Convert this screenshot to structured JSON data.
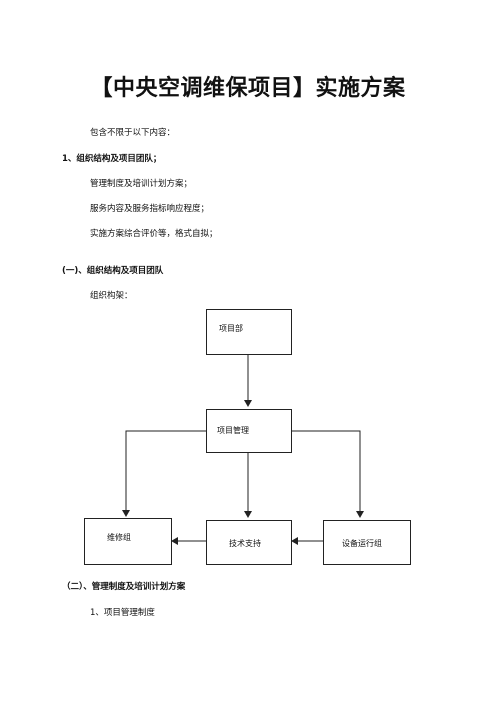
{
  "doc": {
    "title": "【中央空调维保项目】实施方案",
    "intro": "包含不限于以下内容：",
    "section1": "1、组织结构及项目团队；",
    "items": [
      "管理制度及培训计划方案；",
      "服务内容及服务指标响应程度；",
      "实施方案综合评价等，格式自拟；"
    ],
    "sub1_heading": "(一)、组织结构及项目团队",
    "org_label": "组织构架：",
    "sub2_heading": "（二）、管理制度及培训计划方案",
    "sub2_item1": "1、项目管理制度"
  },
  "diagram": {
    "nodes": {
      "dept": "项目部",
      "mgmt": "项目管理",
      "repair": "维修组",
      "tech": "技术支持",
      "ops": "设备运行组"
    }
  }
}
